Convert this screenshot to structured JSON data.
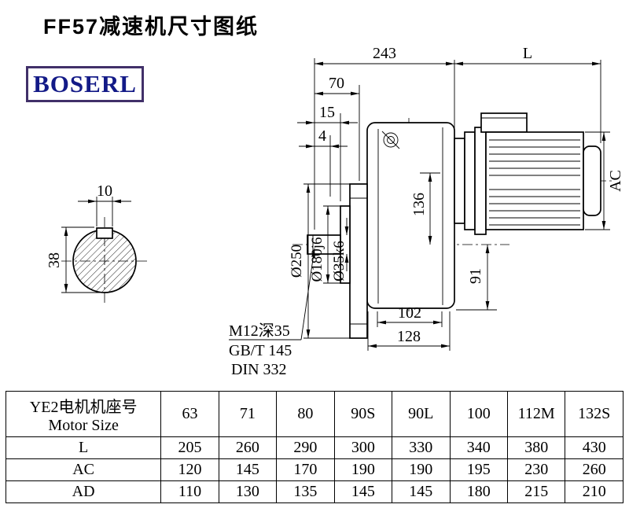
{
  "page": {
    "title": "FF57减速机尺寸图纸"
  },
  "logo": {
    "text": "BOSERL"
  },
  "colors": {
    "line": "#000000",
    "logo_text": "#131a87",
    "logo_border": "#413069",
    "background": "#ffffff"
  },
  "drawing": {
    "dims": {
      "top_width": "243",
      "motor_length": "L",
      "d70": "70",
      "d15": "15",
      "d4": "4",
      "key_width": "10",
      "shaft_key_height": "38",
      "flange_dia": "Ø250",
      "spigot_dia": "Ø180j6",
      "shaft_dia": "Ø35k6",
      "d136": "136",
      "motor_dia": "AC",
      "d91": "91",
      "d102": "102",
      "d128": "128",
      "tap_note": "M12深35",
      "standard_gb": "GB/T 145",
      "standard_din": "DIN 332"
    }
  },
  "table": {
    "header_line1": "YE2电机机座号",
    "header_line2": "Motor Size",
    "sizes": [
      "63",
      "71",
      "80",
      "90S",
      "90L",
      "100",
      "112M",
      "132S"
    ],
    "rows": [
      {
        "label": "L",
        "values": [
          "205",
          "260",
          "290",
          "300",
          "330",
          "340",
          "380",
          "430"
        ]
      },
      {
        "label": "AC",
        "values": [
          "120",
          "145",
          "170",
          "190",
          "190",
          "195",
          "230",
          "260"
        ]
      },
      {
        "label": "AD",
        "values": [
          "110",
          "130",
          "135",
          "145",
          "145",
          "180",
          "215",
          "210"
        ]
      }
    ]
  }
}
